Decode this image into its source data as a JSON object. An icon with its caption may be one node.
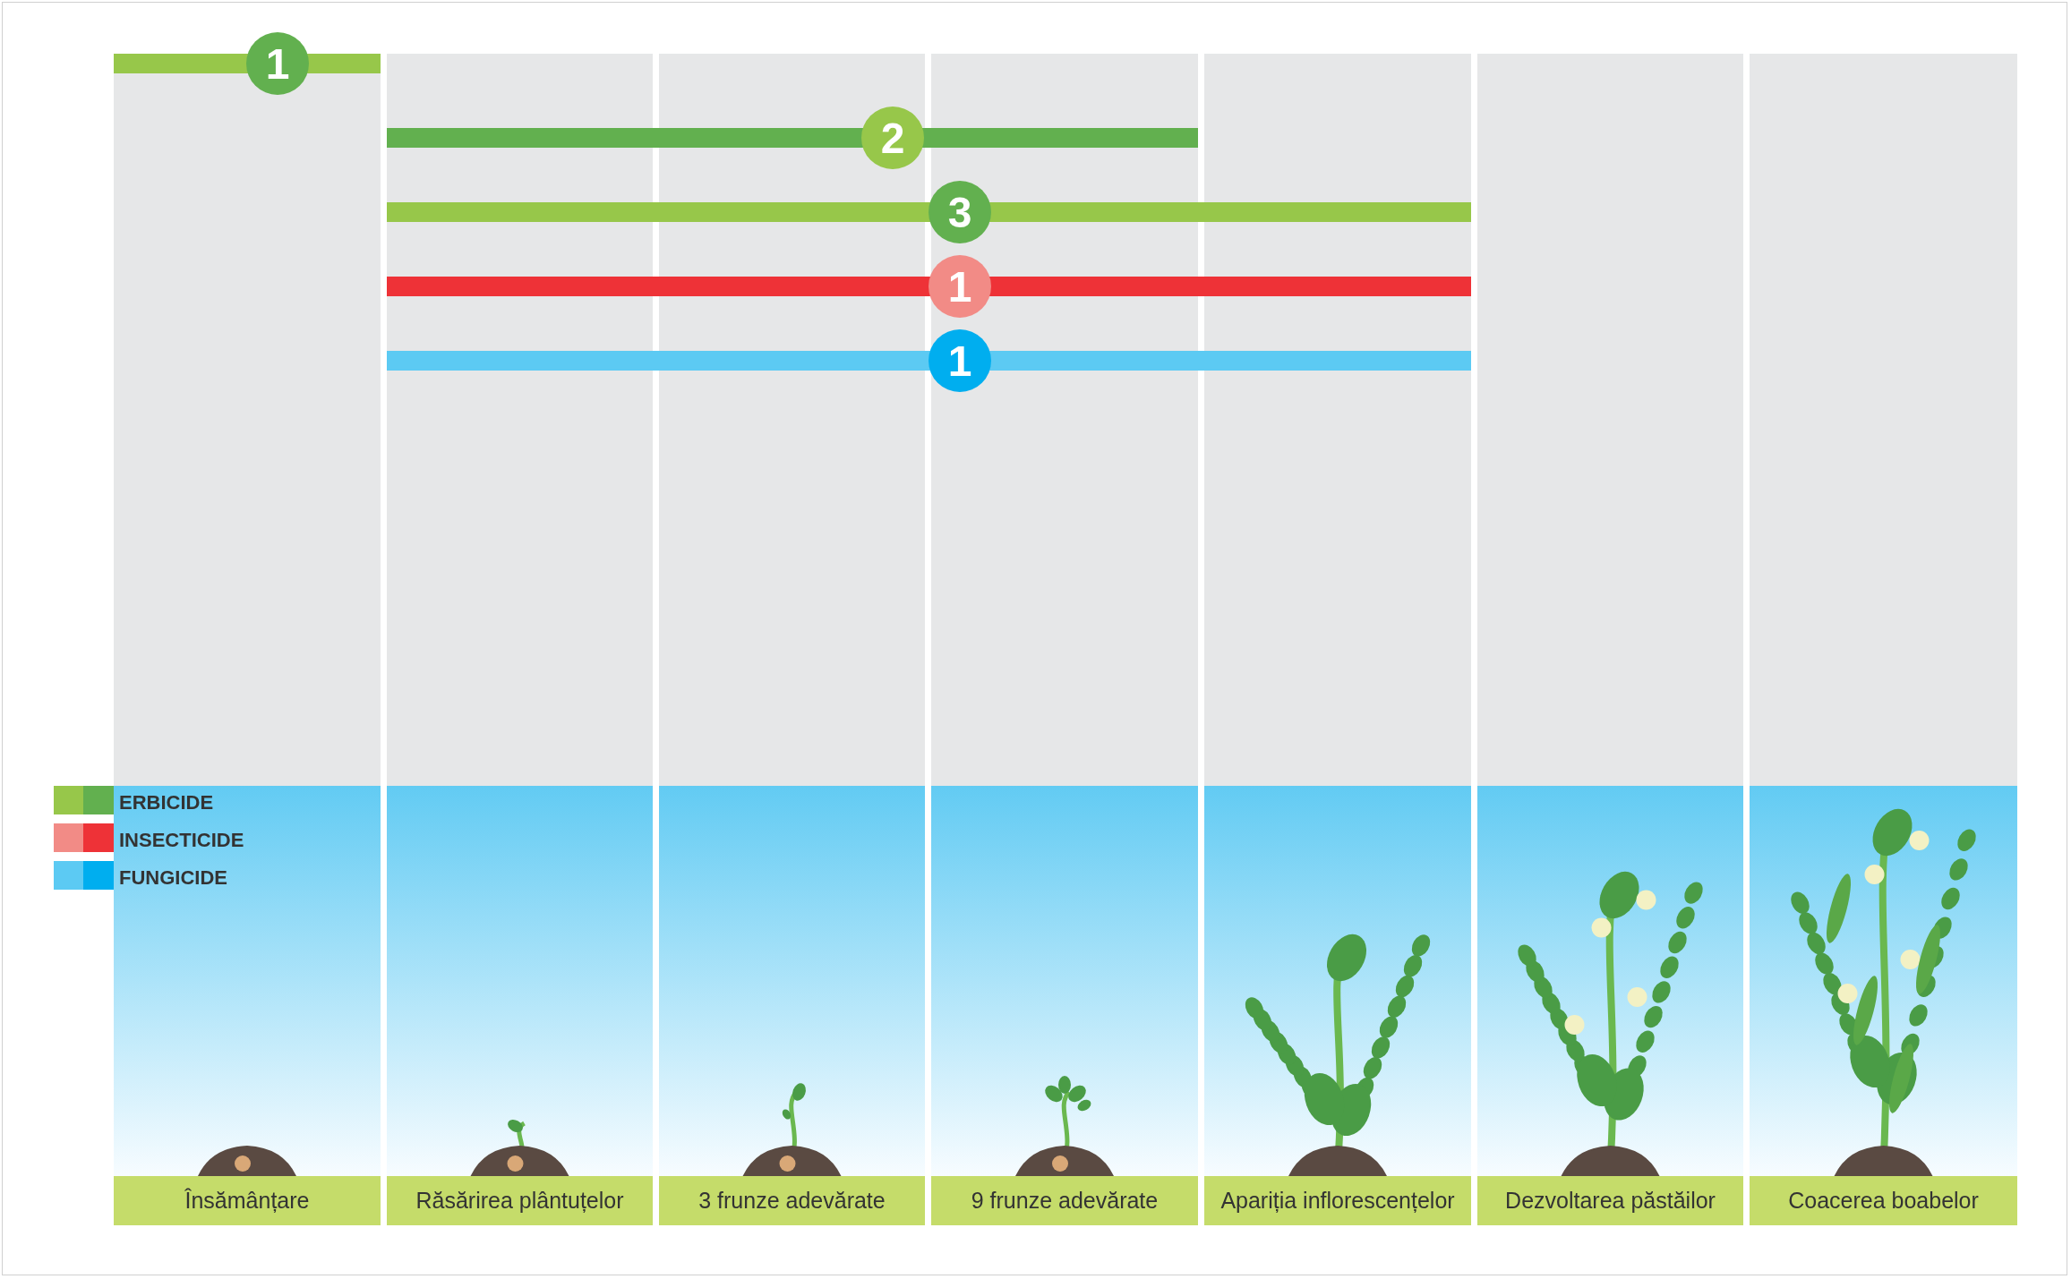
{
  "diagram": {
    "nodes": [
      {
        "text": [
          "Însămânțare"
        ]
      },
      {
        "text": [
          "Răsărirea plântuțelor"
        ]
      },
      {
        "text": [
          "3 frunze adevărate"
        ]
      },
      {
        "text": [
          "9 frunze adevărate"
        ]
      },
      {
        "text": [
          "Apariția inflorescențelor"
        ]
      },
      {
        "text": [
          "Dezvoltarea păstăilor"
        ]
      },
      {
        "text": [
          "Coacerea boabelor"
        ]
      },
      {
        "text": [
          "1"
        ]
      },
      {
        "text": [
          "2"
        ]
      },
      {
        "text": [
          "3"
        ]
      },
      {
        "text": [
          "1"
        ]
      },
      {
        "text": [
          "1"
        ]
      }
    ],
    "legend": [
      {
        "text": "ERBICIDE",
        "color": "#62b04f"
      },
      {
        "text": "INSECTICIDE",
        "color": "#ee3237"
      },
      {
        "text": "FUNGICIDE",
        "color": "#00aeef"
      }
    ]
  }
}
